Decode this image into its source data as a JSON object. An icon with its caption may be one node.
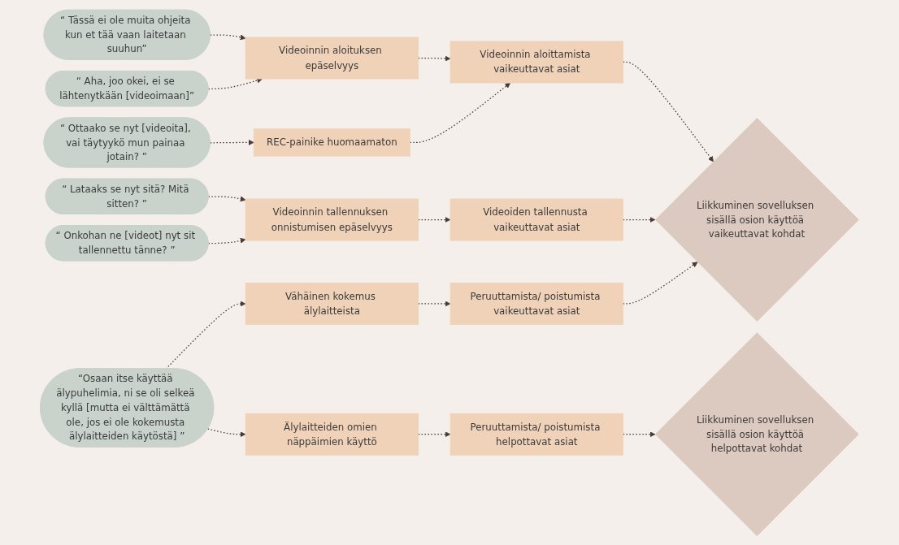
{
  "diagram": {
    "nodes": [
      {
        "text": [
          "“ Tässä ei ole muita ohjeita kun et tää vaan laitetaan suuhun”"
        ]
      },
      {
        "text": [
          "“ Aha, joo okei, ei se lähtenytkään [videoimaan]”"
        ]
      },
      {
        "text": [
          "“ Ottaako se nyt [videoita], vai täytyykö mun painaa jotain? ”"
        ]
      },
      {
        "text": [
          "“ Lataaks se nyt sitä? Mitä sitten? ”"
        ]
      },
      {
        "text": [
          "“ Onkohan ne [videot] nyt sit tallennettu tänne? ”"
        ]
      },
      {
        "text": [
          "“Osaan itse käyttää älypuhelimia, ni se oli selkeä kyllä [mutta ei välttämättä ole, jos ei ole kokemusta älylaitteiden käytöstä] ”"
        ]
      },
      {
        "text": [
          "Videoinnin aloituksen epäselvyys"
        ]
      },
      {
        "text": [
          "REC-painike huomaamaton"
        ]
      },
      {
        "text": [
          "Videoinnin tallennuksen onnistumisen epäselvyys"
        ]
      },
      {
        "text": [
          "Vähäinen kokemus älylaitteista"
        ]
      },
      {
        "text": [
          "Älylaitteiden omien näppäimien käyttö"
        ]
      },
      {
        "text": [
          "Videoinnin aloittamista vaikeuttavat asiat"
        ]
      },
      {
        "text": [
          "Videoiden tallennusta vaikeuttavat asiat"
        ]
      },
      {
        "text": [
          "Peruuttamista/ poistumista vaikeuttavat asiat"
        ]
      },
      {
        "text": [
          "Peruuttamista/ poistumista helpottavat asiat"
        ]
      },
      {
        "text": [
          "Liikkuminen sovelluksen sisällä osion käyttöä vaikeuttavat kohdat"
        ]
      },
      {
        "text": [
          "Liikkuminen sovelluksen sisällä osion käyttöä helpottavat kohdat"
        ]
      }
    ],
    "edges": [
      {
        "from": 0,
        "to": 6,
        "arrow": "to",
        "style": "dashed"
      },
      {
        "from": 1,
        "to": 6,
        "arrow": "to",
        "style": "dashed"
      },
      {
        "from": 2,
        "to": 7,
        "arrow": "to",
        "style": "dashed"
      },
      {
        "from": 3,
        "to": 8,
        "arrow": "to",
        "style": "dashed"
      },
      {
        "from": 4,
        "to": 8,
        "arrow": "to",
        "style": "dashed"
      },
      {
        "from": 5,
        "to": 9,
        "arrow": "to",
        "style": "dashed"
      },
      {
        "from": 5,
        "to": 10,
        "arrow": "to",
        "style": "dashed"
      },
      {
        "from": 6,
        "to": 11,
        "arrow": "to",
        "style": "dashed"
      },
      {
        "from": 7,
        "to": 11,
        "arrow": "to",
        "style": "dashed"
      },
      {
        "from": 8,
        "to": 12,
        "arrow": "to",
        "style": "dashed"
      },
      {
        "from": 9,
        "to": 13,
        "arrow": "to",
        "style": "dashed"
      },
      {
        "from": 10,
        "to": 14,
        "arrow": "to",
        "style": "dashed"
      },
      {
        "from": 11,
        "to": 15,
        "arrow": "to",
        "style": "dashed"
      },
      {
        "from": 12,
        "to": 15,
        "arrow": "to",
        "style": "dashed"
      },
      {
        "from": 13,
        "to": 15,
        "arrow": "to",
        "style": "dashed"
      },
      {
        "from": 14,
        "to": 16,
        "arrow": "to",
        "style": "dashed"
      }
    ]
  }
}
